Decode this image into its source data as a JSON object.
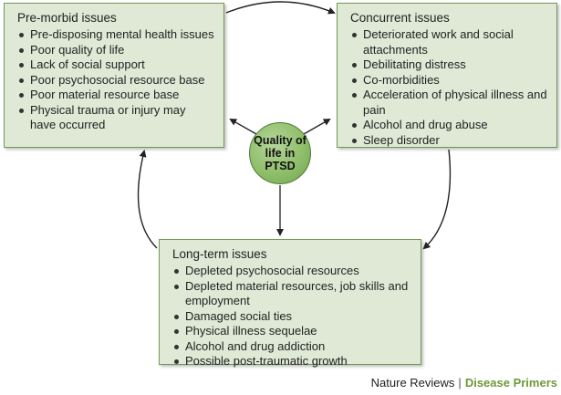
{
  "premorbid": {
    "title": "Pre-morbid issues",
    "items": [
      "Pre-disposing mental health issues",
      "Poor quality of life",
      "Lack of social support",
      "Poor psychosocial resource base",
      "Poor material resource base",
      "Physical trauma or injury may have occurred"
    ]
  },
  "concurrent": {
    "title": "Concurrent issues",
    "items": [
      "Deteriorated work and social attachments",
      "Debilitating distress",
      "Co-morbidities",
      "Acceleration of physical illness and pain",
      "Alcohol and drug abuse",
      "Sleep disorder"
    ]
  },
  "longterm": {
    "title": "Long-term issues",
    "items": [
      "Depleted psychosocial resources",
      "Depleted material resources, job skills and employment",
      "Damaged social ties",
      "Physical illness sequelae",
      "Alcohol and drug addiction",
      "Possible post-traumatic growth"
    ]
  },
  "center": {
    "label": "Quality of life in PTSD"
  },
  "footer": {
    "publisher": "Nature Reviews",
    "separator": "|",
    "journal": "Disease Primers"
  },
  "colors": {
    "box_fill": "#dfe9d6",
    "box_border": "#6f9a53",
    "circle": "#8fbf6a",
    "brand": "#6f9a3a"
  }
}
